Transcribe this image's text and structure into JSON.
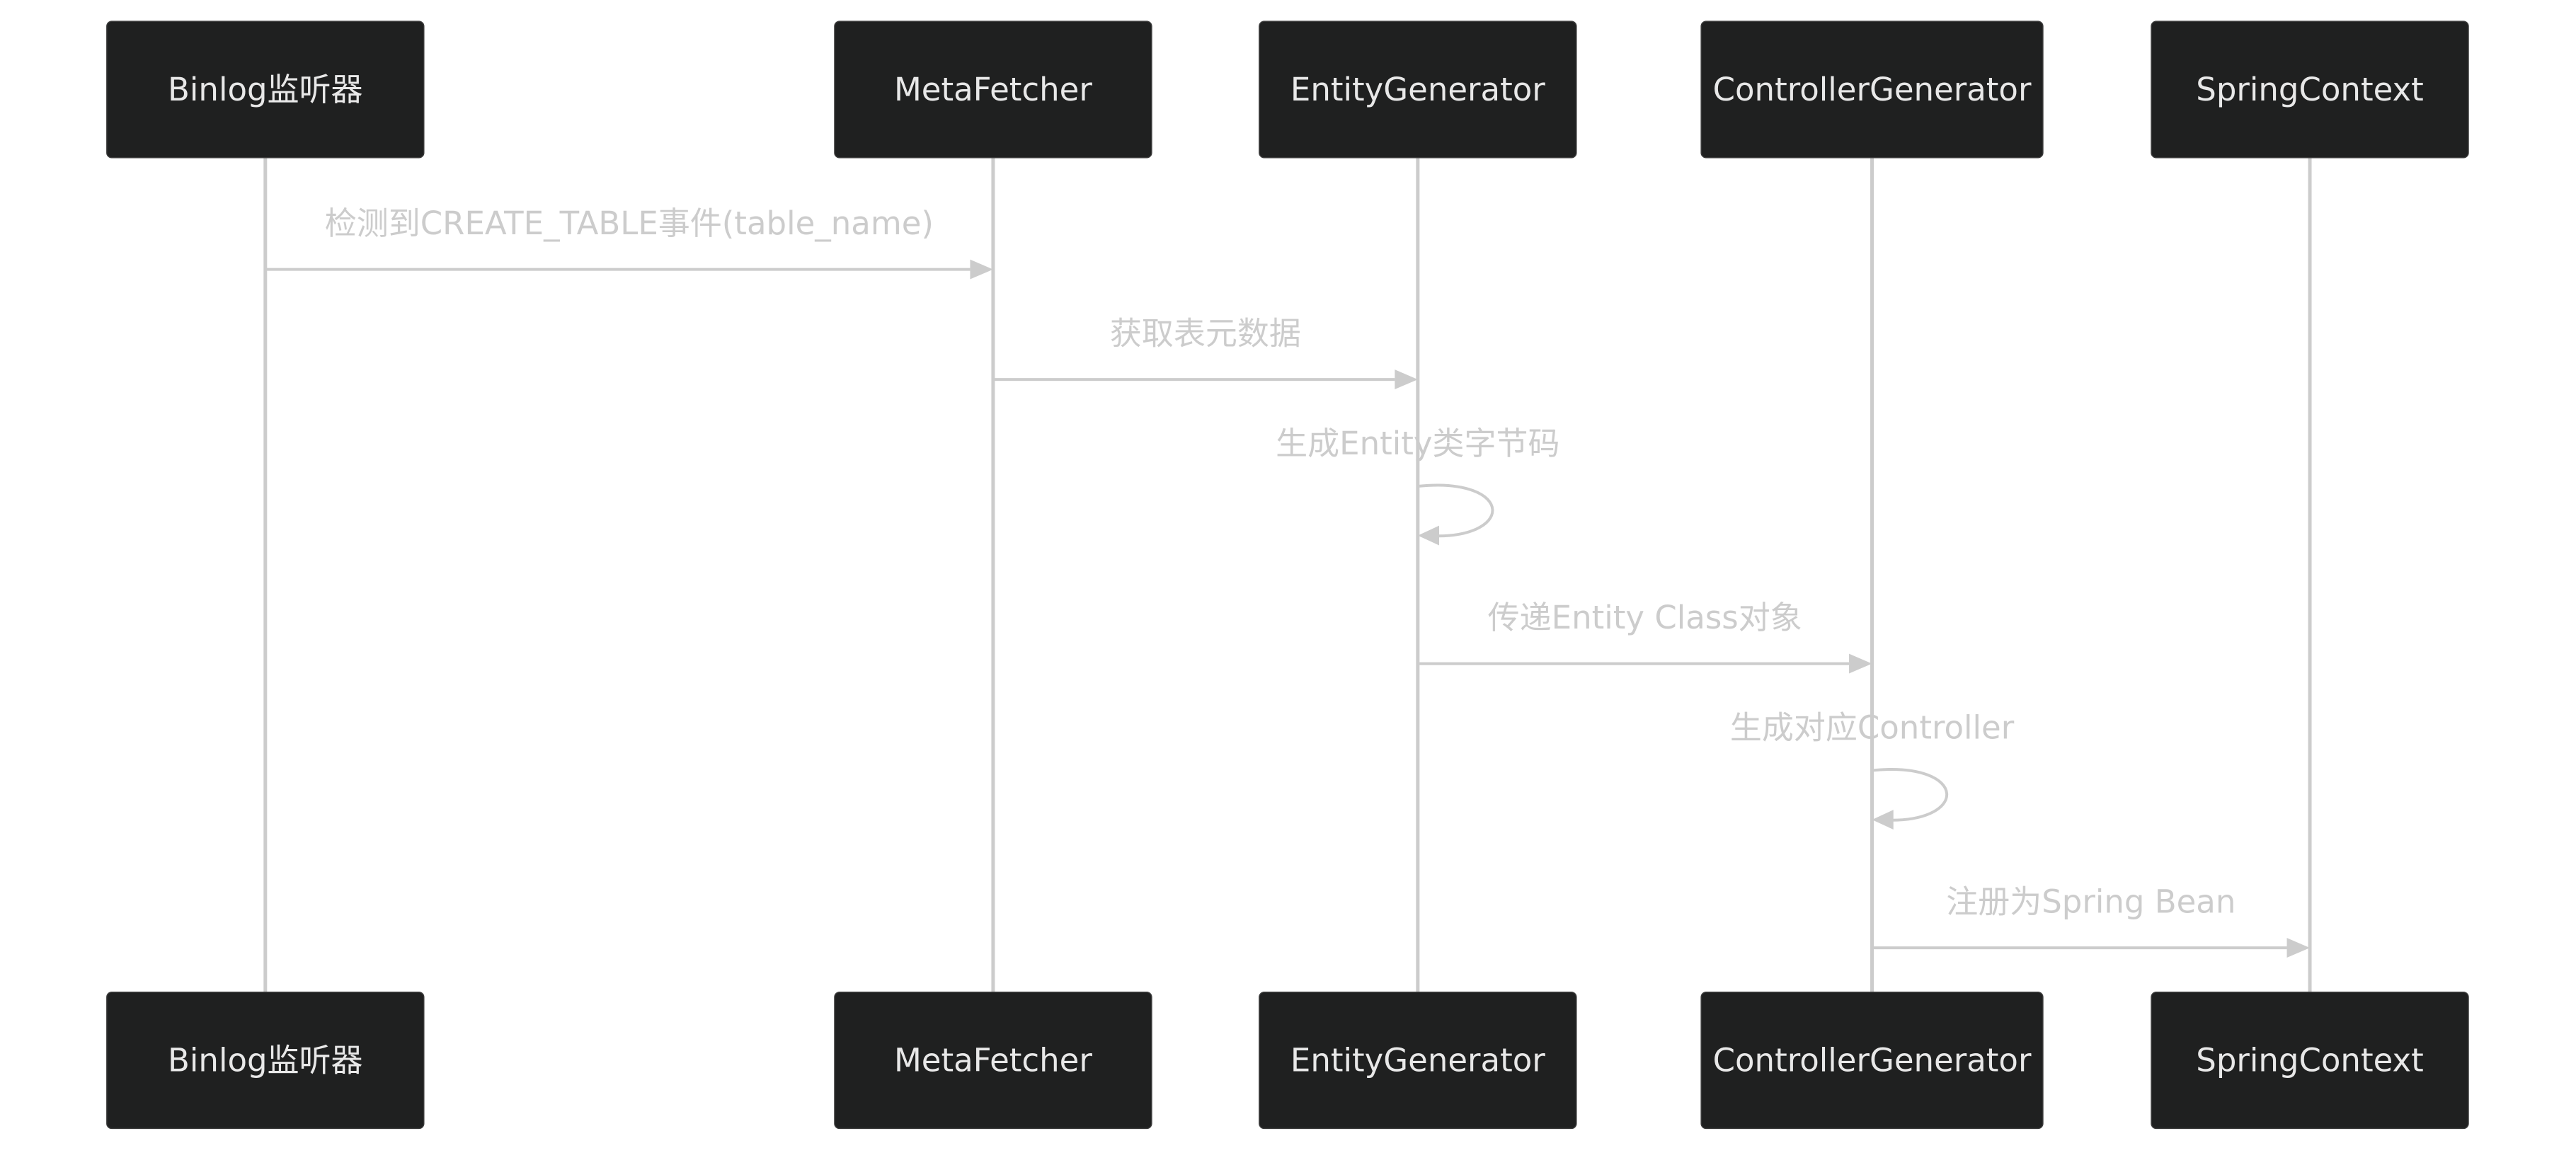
{
  "diagram": {
    "type": "sequence",
    "actors": [
      {
        "id": "binlog",
        "label": "Binlog监听器"
      },
      {
        "id": "meta",
        "label": "MetaFetcher"
      },
      {
        "id": "entity",
        "label": "EntityGenerator"
      },
      {
        "id": "controller",
        "label": "ControllerGenerator"
      },
      {
        "id": "spring",
        "label": "SpringContext"
      }
    ],
    "messages": [
      {
        "from": "binlog",
        "to": "meta",
        "label": "检测到CREATE_TABLE事件(table_name)"
      },
      {
        "from": "meta",
        "to": "entity",
        "label": "获取表元数据"
      },
      {
        "from": "entity",
        "to": "entity",
        "label": "生成Entity类字节码"
      },
      {
        "from": "entity",
        "to": "controller",
        "label": "传递Entity Class对象"
      },
      {
        "from": "controller",
        "to": "controller",
        "label": "生成对应Controller"
      },
      {
        "from": "controller",
        "to": "spring",
        "label": "注册为Spring Bean"
      }
    ],
    "colors": {
      "actor_fill": "#1f2020",
      "actor_text": "#e8e8e8",
      "line": "#cccccc",
      "background": "#ffffff"
    }
  }
}
